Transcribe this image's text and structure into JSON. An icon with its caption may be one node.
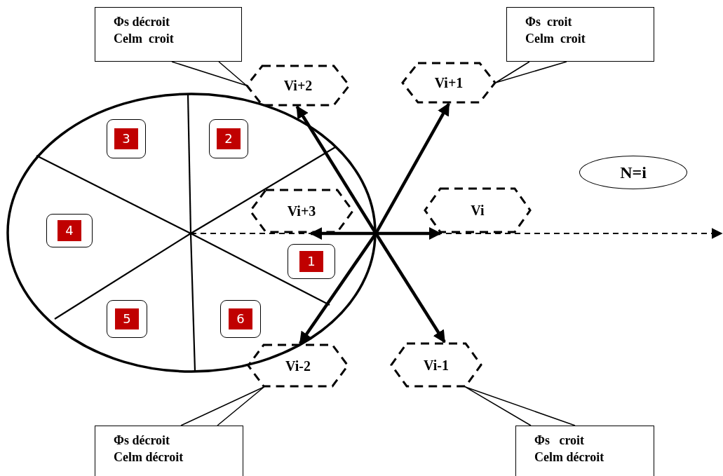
{
  "diagram": {
    "nodes": [
      {
        "text": [
          "Φs décroit",
          "Celm  croit"
        ]
      },
      {
        "text": [
          "Φs  croit",
          "Celm  croit"
        ]
      },
      {
        "text": [
          "Vi+2"
        ]
      },
      {
        "text": [
          "Vi+1"
        ]
      },
      {
        "text": [
          "3"
        ]
      },
      {
        "text": [
          "2"
        ]
      },
      {
        "text": [
          "N=i"
        ]
      },
      {
        "text": [
          "Vi+3"
        ]
      },
      {
        "text": [
          "Vi"
        ]
      },
      {
        "text": [
          "4"
        ]
      },
      {
        "text": [
          "1"
        ]
      },
      {
        "text": [
          "5"
        ]
      },
      {
        "text": [
          "6"
        ]
      },
      {
        "text": [
          "Vi-2"
        ]
      },
      {
        "text": [
          "Vi-1"
        ]
      },
      {
        "text": [
          "Φs décroit",
          "Celm décroit"
        ]
      },
      {
        "text": [
          "Φs   croit",
          "Celm décroit"
        ]
      }
    ],
    "edges": [
      {
        "from": 0,
        "to": 2,
        "arrow": "none"
      },
      {
        "from": 1,
        "to": 3,
        "arrow": "none"
      },
      {
        "from": 15,
        "to": 13,
        "arrow": "none"
      },
      {
        "from": 16,
        "to": 14,
        "arrow": "none"
      },
      {
        "from": null,
        "to": 3,
        "arrow": "to"
      },
      {
        "from": null,
        "to": 2,
        "arrow": "to"
      },
      {
        "from": null,
        "to": 8,
        "arrow": "to"
      },
      {
        "from": null,
        "to": 7,
        "arrow": "to"
      },
      {
        "from": null,
        "to": 13,
        "arrow": "to"
      },
      {
        "from": null,
        "to": 14,
        "arrow": "to"
      }
    ]
  }
}
